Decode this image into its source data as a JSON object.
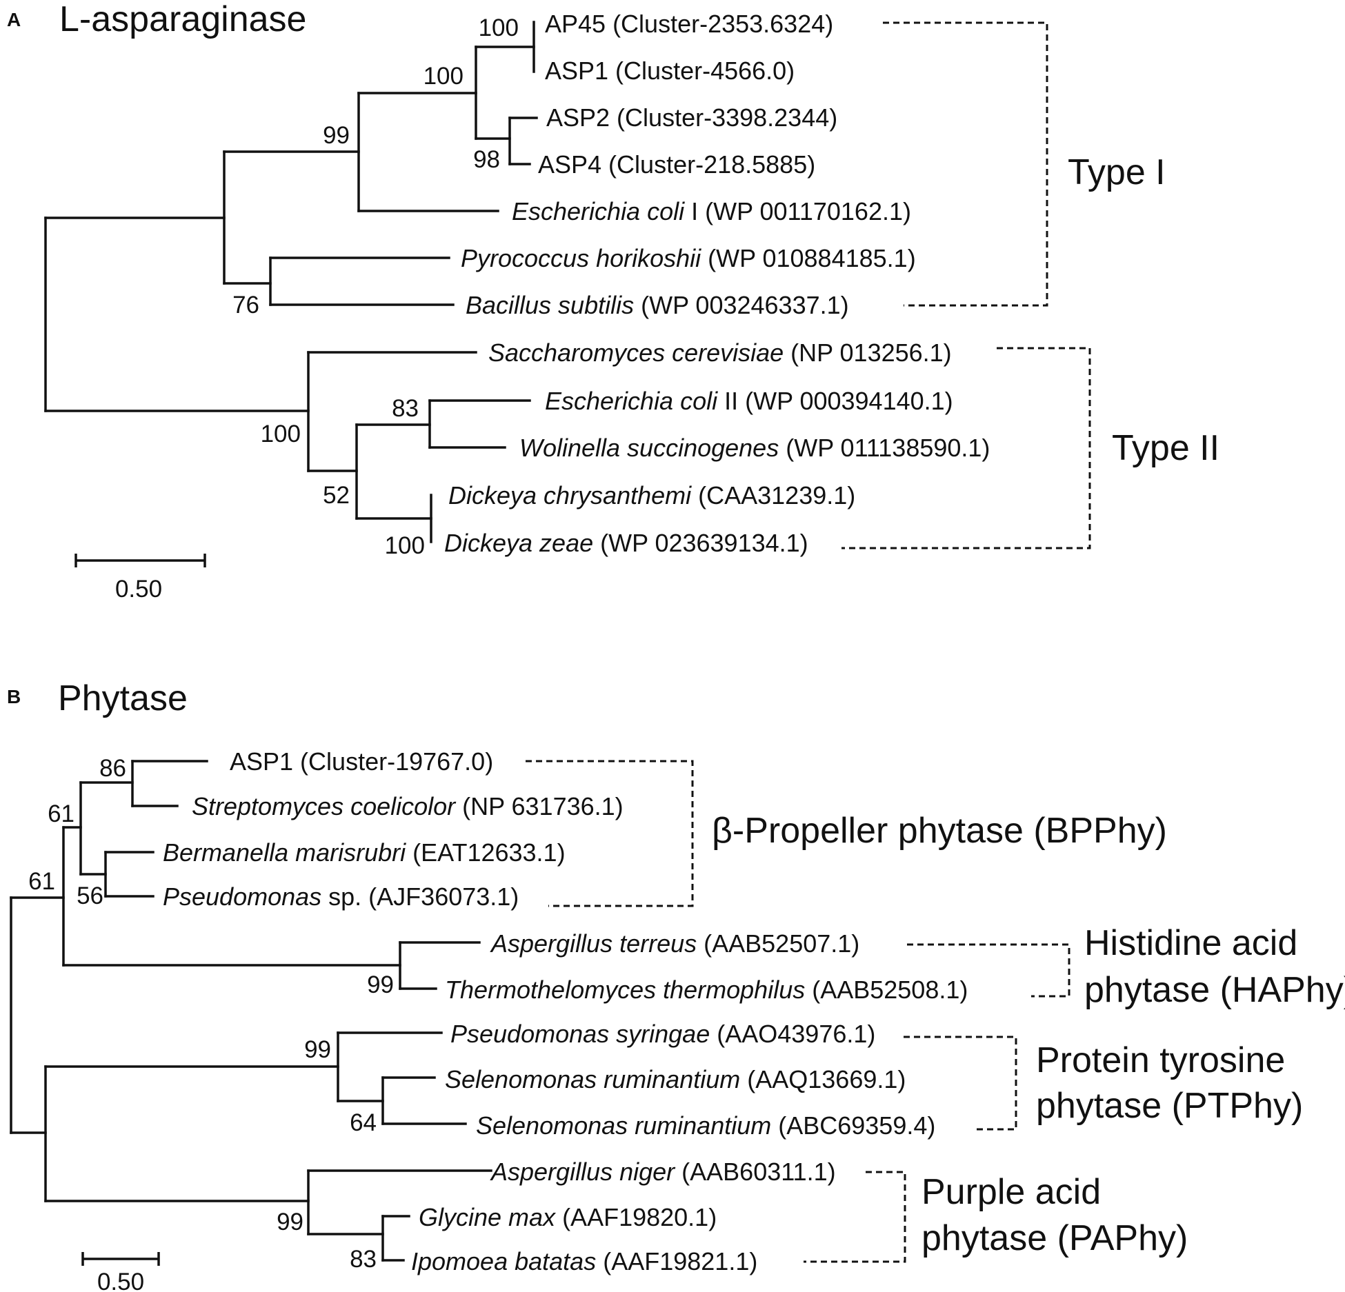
{
  "panel_a": {
    "letter": "A",
    "title": "L-asparaginase",
    "leaves": [
      {
        "species": "",
        "rest": "AP45 (Cluster-2353.6324)"
      },
      {
        "species": "",
        "rest": "ASP1 (Cluster-4566.0)"
      },
      {
        "species": "",
        "rest": "ASP2 (Cluster-3398.2344)"
      },
      {
        "species": "",
        "rest": "ASP4 (Cluster-218.5885)"
      },
      {
        "species": "Escherichia coli",
        "rest": " I (WP 001170162.1)"
      },
      {
        "species": "Pyrococcus horikoshii",
        "rest": " (WP 010884185.1)"
      },
      {
        "species": "Bacillus subtilis",
        "rest": " (WP 003246337.1)"
      },
      {
        "species": "Saccharomyces cerevisiae",
        "rest": " (NP 013256.1)"
      },
      {
        "species": "Escherichia coli",
        "rest": " II (WP 000394140.1)"
      },
      {
        "species": "Wolinella succinogenes",
        "rest": " (WP 011138590.1)"
      },
      {
        "species": "Dickeya chrysanthemi",
        "rest": " (CAA31239.1)"
      },
      {
        "species": "Dickeya zeae",
        "rest": " (WP 023639134.1)"
      }
    ],
    "bootstrap": [
      "100",
      "100",
      "98",
      "99",
      "76",
      "83",
      "52",
      "100",
      "100"
    ],
    "groups": [
      "Type I",
      "Type II"
    ],
    "scale_label": "0.50"
  },
  "panel_b": {
    "letter": "B",
    "title": "Phytase",
    "leaves": [
      {
        "species": "",
        "rest": "ASP1 (Cluster-19767.0)"
      },
      {
        "species": "Streptomyces coelicolor",
        "rest": " (NP 631736.1)"
      },
      {
        "species": "Bermanella marisrubri",
        "rest": " (EAT12633.1)"
      },
      {
        "species": "Pseudomonas",
        "rest": " sp. (AJF36073.1)"
      },
      {
        "species": "Aspergillus terreus",
        "rest": " (AAB52507.1)"
      },
      {
        "species": "Thermothelomyces thermophilus",
        "rest": " (AAB52508.1)"
      },
      {
        "species": "Pseudomonas syringae",
        "rest": " (AAO43976.1)"
      },
      {
        "species": "Selenomonas ruminantium",
        "rest": " (AAQ13669.1)"
      },
      {
        "species": "Selenomonas ruminantium",
        "rest": " (ABC69359.4)"
      },
      {
        "species": "Aspergillus niger",
        "rest": " (AAB60311.1)"
      },
      {
        "species": "Glycine max",
        "rest": " (AAF19820.1)"
      },
      {
        "species": "Ipomoea batatas",
        "rest": " (AAF19821.1)"
      }
    ],
    "bootstrap": [
      "86",
      "61",
      "56",
      "61",
      "99",
      "99",
      "64",
      "99",
      "83"
    ],
    "groups": [
      [
        "β-Propeller phytase (BPPhy)"
      ],
      [
        "Histidine acid",
        "phytase (HAPhy)"
      ],
      [
        "Protein tyrosine",
        "phytase (PTPhy)"
      ],
      [
        "Purple acid",
        "phytase (PAPhy)"
      ]
    ],
    "scale_label": "0.50"
  }
}
